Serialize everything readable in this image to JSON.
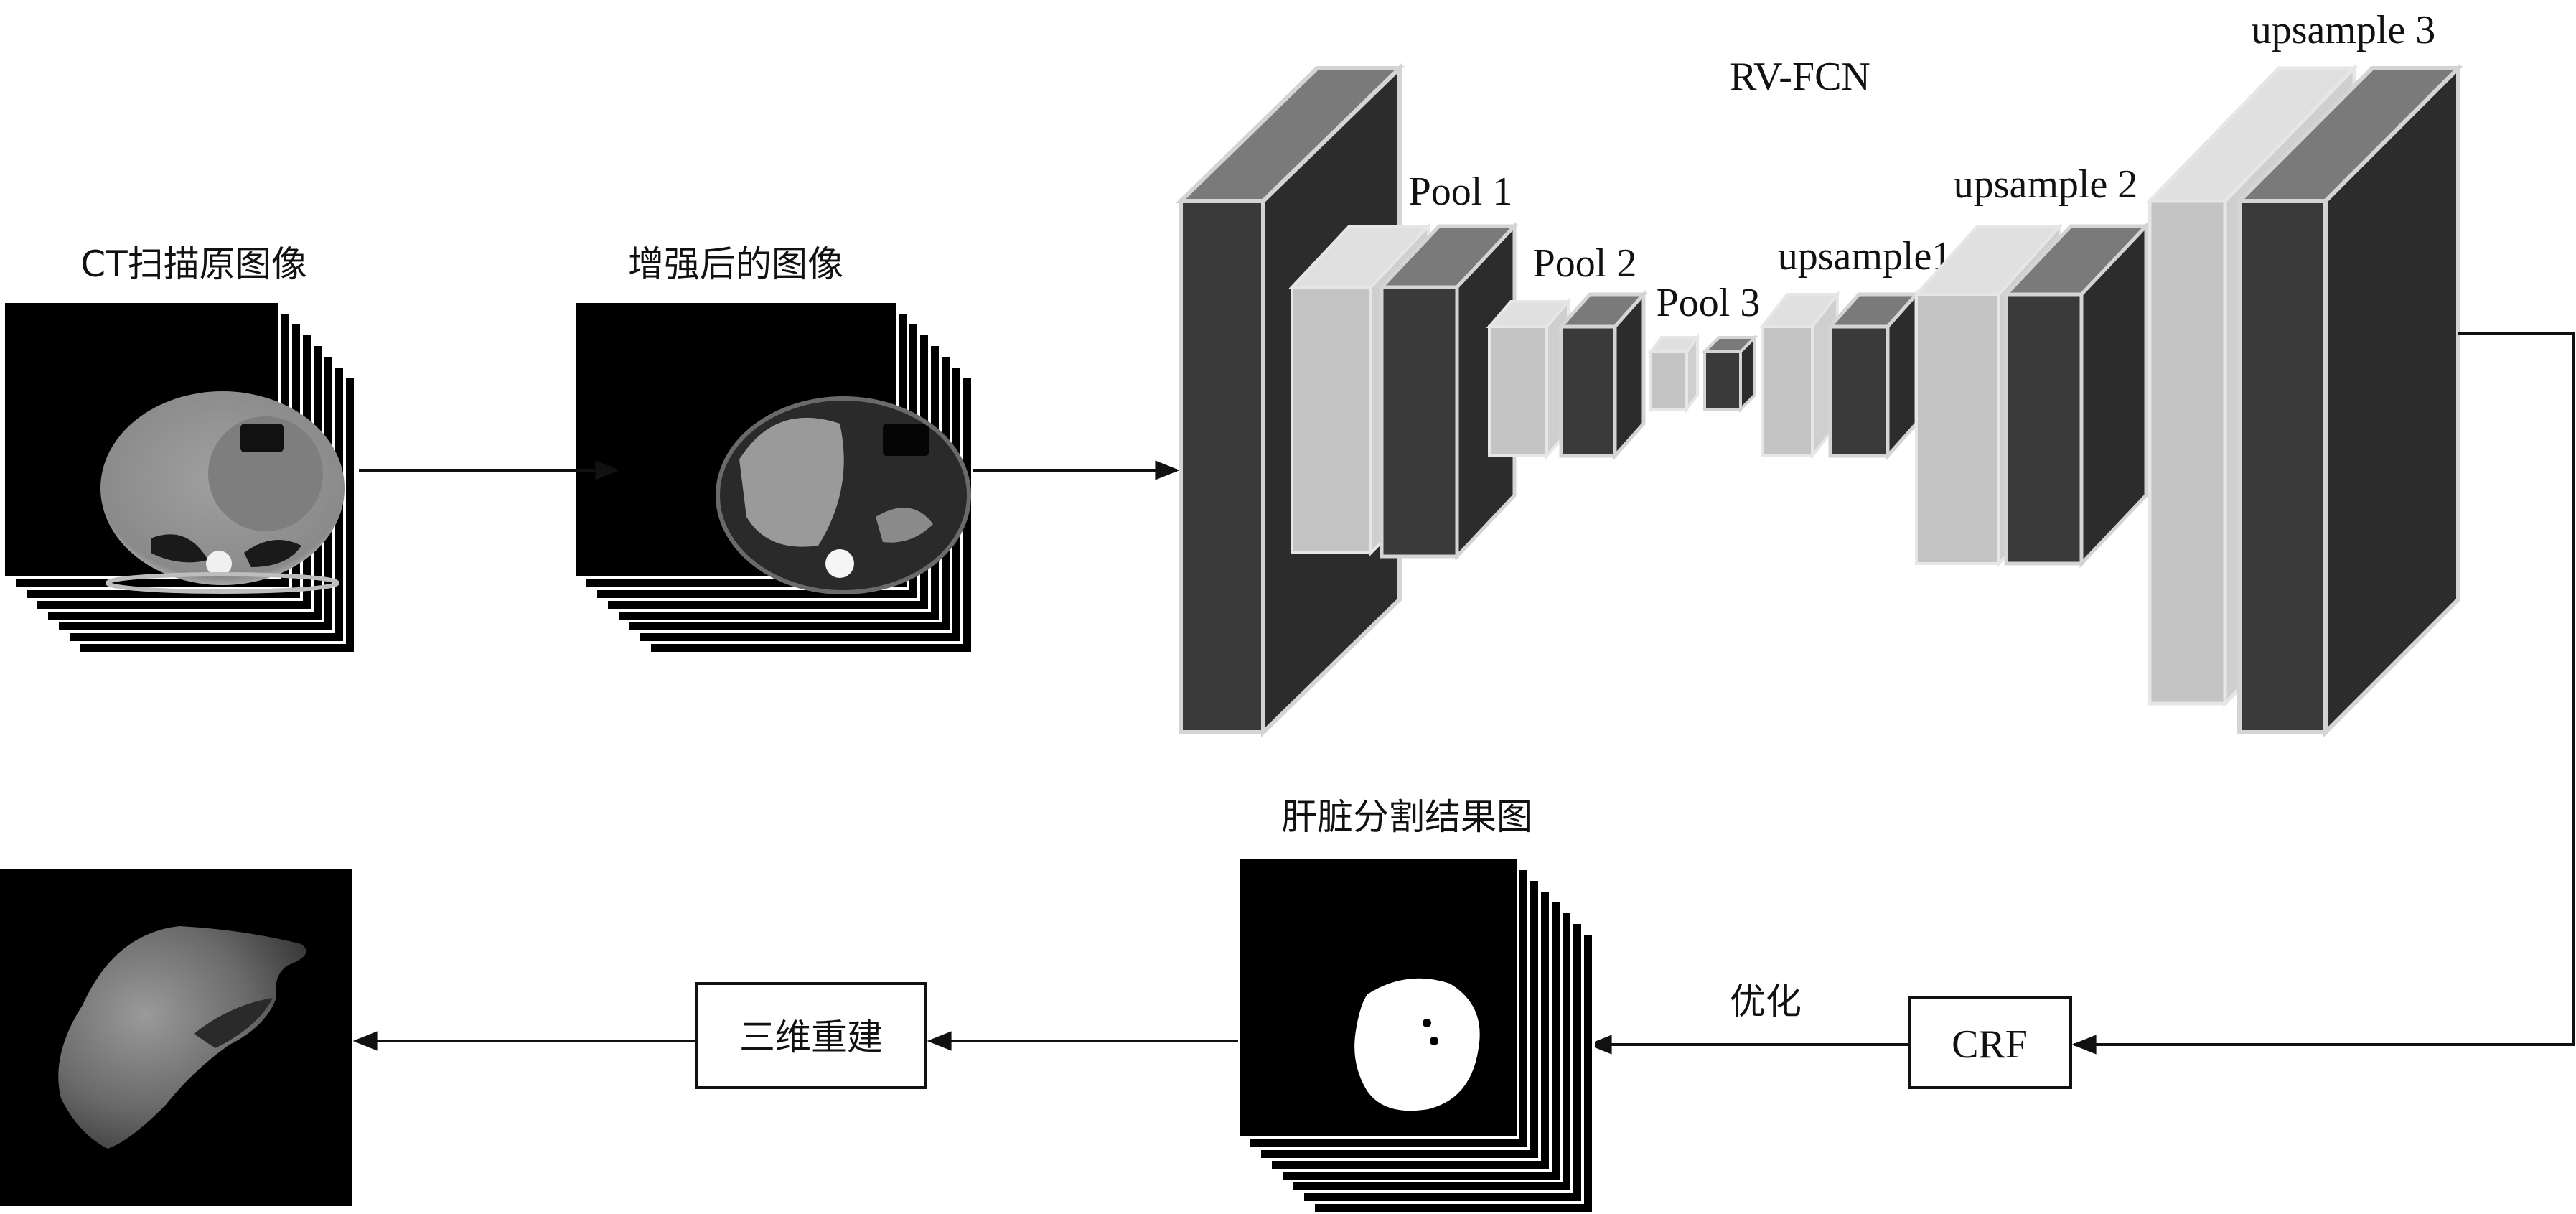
{
  "network_name": "RV-FCN",
  "images": {
    "ct_original": "CT扫描原图像",
    "enhanced": "增强后的图像",
    "segmentation": "肝脏分割结果图"
  },
  "layers": {
    "pool1": "Pool 1",
    "pool2": "Pool 2",
    "pool3": "Pool 3",
    "upsample1": "upsample1",
    "upsample2": "upsample 2",
    "upsample3": "upsample 3"
  },
  "steps": {
    "crf": "CRF",
    "optimize": "优化",
    "reconstruct": "三维重建"
  },
  "colors": {
    "block_dark": "#3a3a3a",
    "block_light": "#c8c8c8",
    "block_top": "#7a7a7a",
    "line": "#111111"
  }
}
